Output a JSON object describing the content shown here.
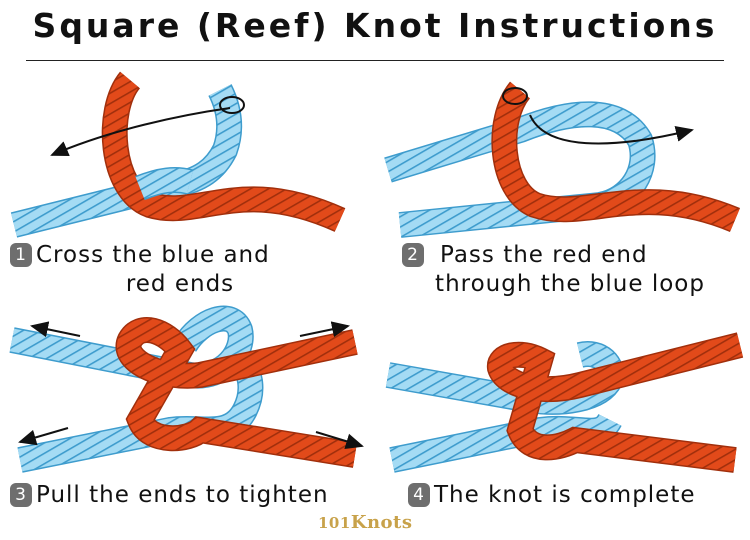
{
  "title": "Square (Reef) Knot Instructions",
  "colors": {
    "red": "#e24a1a",
    "red_dark": "#a12f0c",
    "blue": "#8fd0ef",
    "blue_dark": "#3e9ccd",
    "badge": "#6e6e6e",
    "logo": "#c8a24a"
  },
  "steps": [
    {
      "num": "1",
      "line1": "Cross the blue and",
      "line2": "red ends"
    },
    {
      "num": "2",
      "line1": "Pass the red end",
      "line2": "through the blue loop"
    },
    {
      "num": "3",
      "line1": "Pull the ends to tighten"
    },
    {
      "num": "4",
      "line1": "The knot is complete"
    }
  ],
  "logo": {
    "prefix": "101",
    "suffix": "Knots"
  }
}
